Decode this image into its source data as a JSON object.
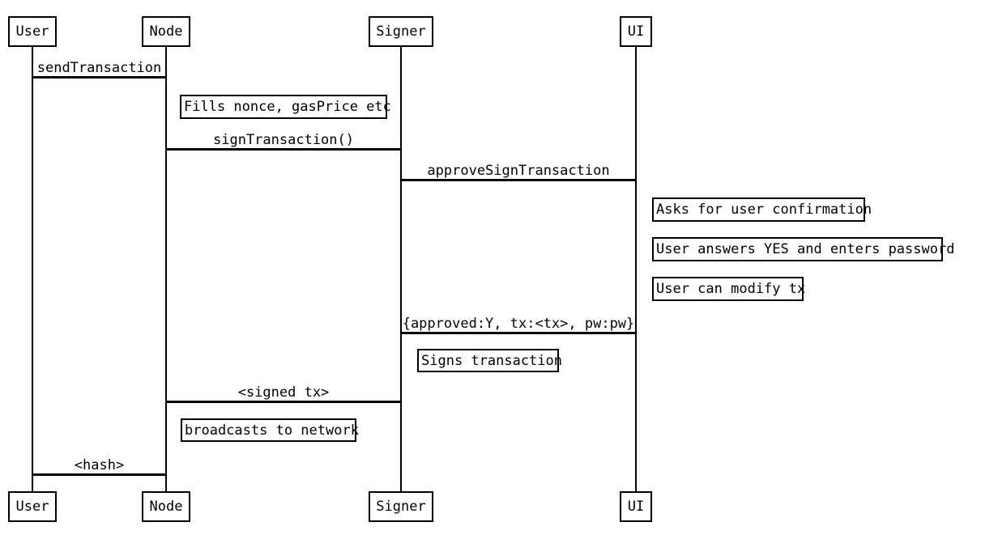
{
  "diagram": {
    "type": "sequence",
    "actors": [
      {
        "name": "User"
      },
      {
        "name": "Node"
      },
      {
        "name": "Signer"
      },
      {
        "name": "UI"
      }
    ],
    "messages": [
      {
        "from": "User",
        "to": "Node",
        "label": "sendTransaction"
      },
      {
        "from": "Node",
        "to": "Signer",
        "label": "signTransaction()"
      },
      {
        "from": "Signer",
        "to": "UI",
        "label": "approveSignTransaction"
      },
      {
        "from": "UI",
        "to": "Signer",
        "label": "{approved:Y, tx:<tx>, pw:pw}"
      },
      {
        "from": "Signer",
        "to": "Node",
        "label": "<signed tx>"
      },
      {
        "from": "Node",
        "to": "User",
        "label": "<hash>"
      }
    ],
    "notes": [
      {
        "over": "Node",
        "text": "Fills nonce, gasPrice etc"
      },
      {
        "over": "UI",
        "text": "Asks for user confirmation"
      },
      {
        "over": "UI",
        "text": "User answers YES and enters password"
      },
      {
        "over": "UI",
        "text": "User can modify tx"
      },
      {
        "over": "Signer",
        "text": "Signs transaction"
      },
      {
        "over": "Node",
        "text": "broadcasts to network"
      }
    ],
    "colors": {
      "stroke": "#000000",
      "fill": "#ffffff",
      "text": "#000000"
    }
  }
}
